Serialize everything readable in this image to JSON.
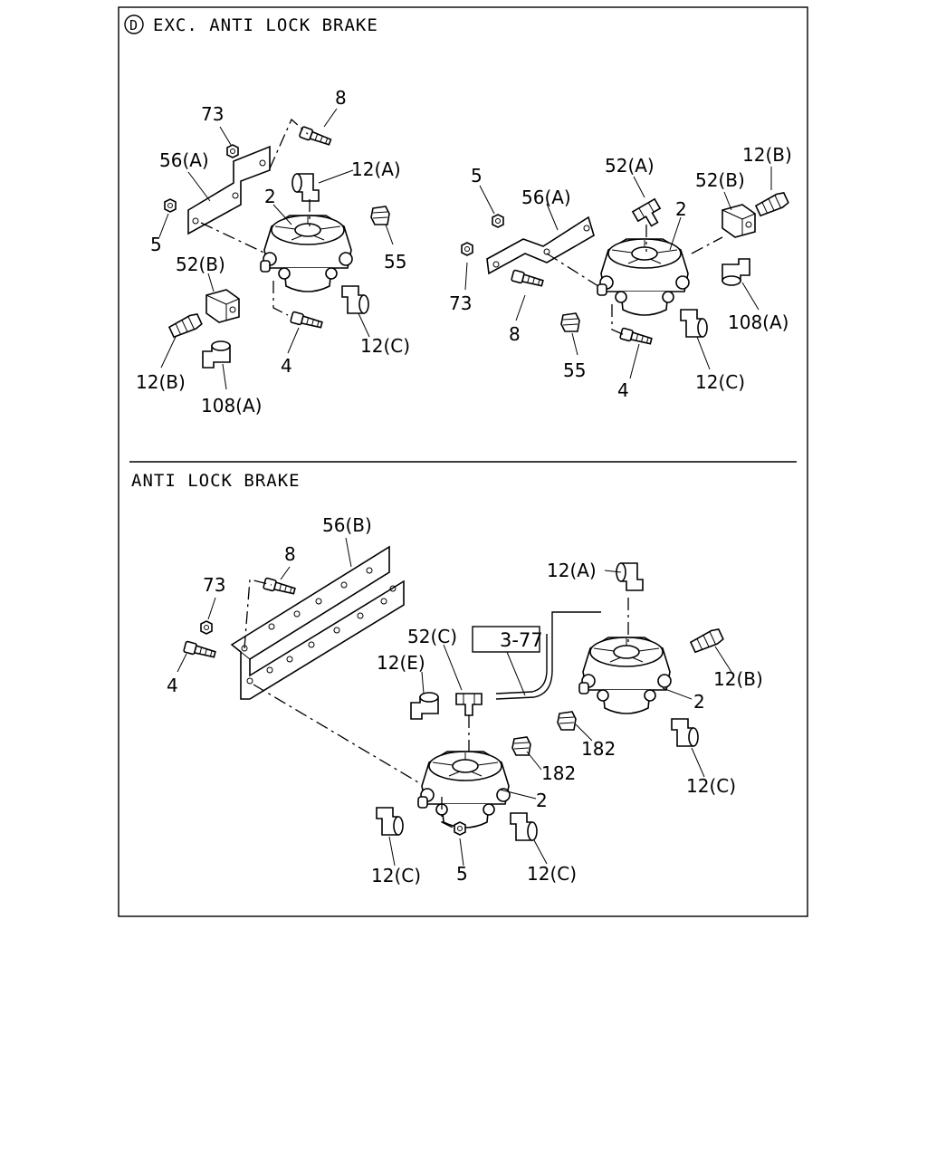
{
  "sections": [
    {
      "marker": "D",
      "title": "EXC. ANTI LOCK BRAKE",
      "left_assembly": {
        "labels": [
          "73",
          "8",
          "56(A)",
          "12(A)",
          "2",
          "5",
          "55",
          "52(B)",
          "12(B)",
          "108(A)",
          "4",
          "12(C)"
        ]
      },
      "right_assembly": {
        "labels": [
          "5",
          "56(A)",
          "52(A)",
          "2",
          "52(B)",
          "12(B)",
          "73",
          "8",
          "55",
          "4",
          "108(A)",
          "12(C)"
        ]
      }
    },
    {
      "title": "ANTI LOCK BRAKE",
      "reference_box": "3-77",
      "labels": [
        "56(B)",
        "8",
        "73",
        "4",
        "12(A)",
        "52(C)",
        "12(E)",
        "12(B)",
        "2",
        "182",
        "182",
        "2",
        "12(C)",
        "12(C)",
        "5",
        "12(C)"
      ]
    }
  ]
}
